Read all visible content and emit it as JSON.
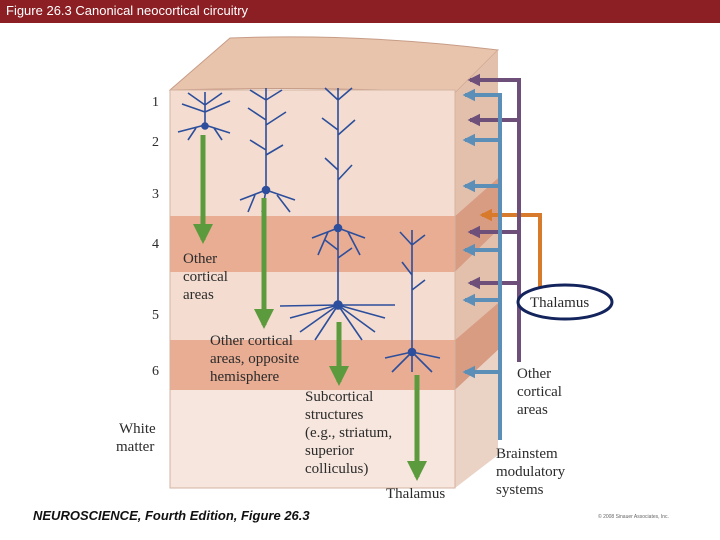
{
  "header": {
    "title": "Figure 26.3  Canonical neocortical circuitry"
  },
  "layers": [
    "1",
    "2",
    "3",
    "4",
    "5",
    "6"
  ],
  "white_matter": [
    "White",
    "matter"
  ],
  "outputs": {
    "other_cortical": [
      "Other",
      "cortical",
      "areas"
    ],
    "opposite_hemisphere": [
      "Other cortical",
      "areas, opposite",
      "hemisphere"
    ],
    "subcortical": [
      "Subcortical",
      "structures",
      "(e.g., striatum,",
      "superior",
      "colliculus)"
    ],
    "thalamus_bottom": "Thalamus"
  },
  "inputs": {
    "thalamus": "Thalamus",
    "other_cortical": [
      "Other",
      "cortical",
      "areas"
    ],
    "brainstem": [
      "Brainstem",
      "modulatory",
      "systems"
    ]
  },
  "footer": {
    "citation": "NEUROSCIENCE, Fourth Edition, Figure 26.3",
    "copyright": "© 2008 Sinauer Associates, Inc."
  },
  "colors": {
    "title_bar": "#8b1f24",
    "output_arrow": "#5c9a3e",
    "thalamus_input": "#d87a2c",
    "cortical_input": "#6e4f7a",
    "brainstem_input": "#5b8fb8",
    "neuron": "#2c4e9c",
    "layer4_band": "#e8ad93"
  }
}
